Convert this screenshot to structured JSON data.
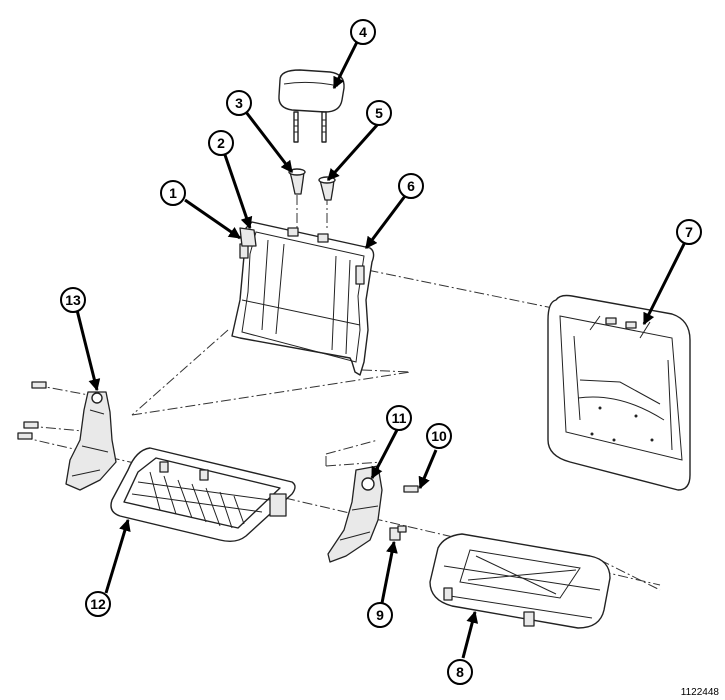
{
  "figure_number": "1122448",
  "callouts": [
    {
      "id": "1",
      "label": "1"
    },
    {
      "id": "2",
      "label": "2"
    },
    {
      "id": "3",
      "label": "3"
    },
    {
      "id": "4",
      "label": "4"
    },
    {
      "id": "5",
      "label": "5"
    },
    {
      "id": "6",
      "label": "6"
    },
    {
      "id": "7",
      "label": "7"
    },
    {
      "id": "8",
      "label": "8"
    },
    {
      "id": "9",
      "label": "9"
    },
    {
      "id": "10",
      "label": "10"
    },
    {
      "id": "11",
      "label": "11"
    },
    {
      "id": "12",
      "label": "12"
    },
    {
      "id": "13",
      "label": "13"
    }
  ]
}
